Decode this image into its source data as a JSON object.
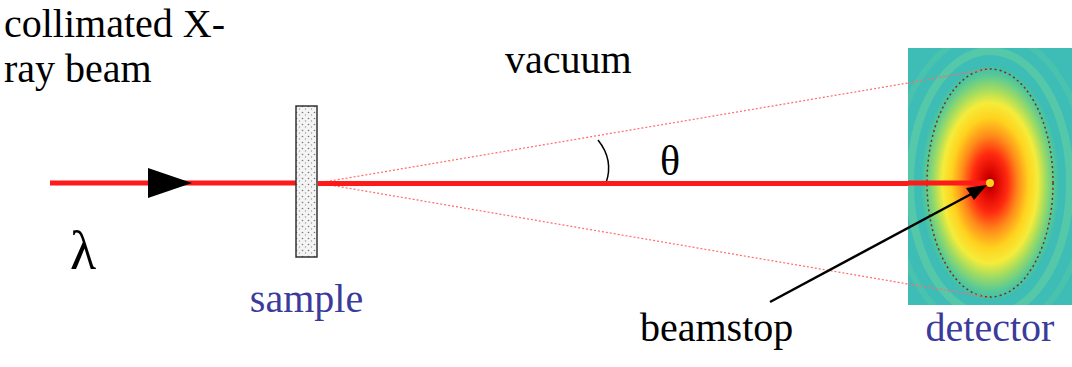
{
  "diagram": {
    "nodes": [
      {
        "text": [
          "sample"
        ]
      },
      {
        "text": [
          "detector"
        ]
      }
    ],
    "edges": [
      {
        "from": 0,
        "to": 1,
        "arrow": "none"
      }
    ],
    "labels": [
      "collimated X-ray beam",
      "λ",
      "vacuum",
      "θ",
      "beamstop"
    ]
  }
}
